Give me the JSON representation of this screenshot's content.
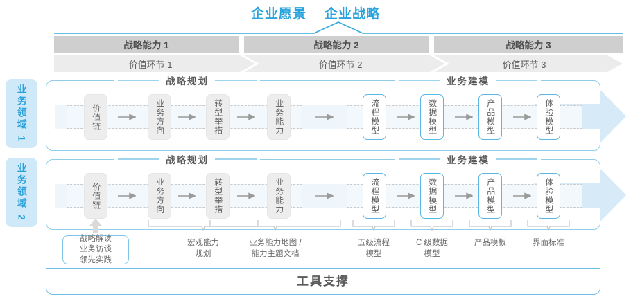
{
  "header": {
    "titles": [
      "企业愿景",
      "企业战略"
    ],
    "accent_color": "#29a3dc"
  },
  "capability_bars": [
    {
      "label": "战略能力 1"
    },
    {
      "label": "战略能力 2"
    },
    {
      "label": "战略能力 3"
    }
  ],
  "value_chain_bars": [
    {
      "label": "价值环节 1"
    },
    {
      "label": "价值环节 2"
    },
    {
      "label": "价值环节 3"
    }
  ],
  "domains": [
    {
      "label": "业务领域 1"
    },
    {
      "label": "业务领域 2"
    }
  ],
  "sections": {
    "planning": "战略规划",
    "modeling": "业务建模"
  },
  "nodes": {
    "planning": [
      {
        "label": "价值链",
        "style": "gray"
      },
      {
        "label": "业务方向",
        "style": "gray"
      },
      {
        "label": "转型举措",
        "style": "gray"
      },
      {
        "label": "业务能力",
        "style": "gray"
      }
    ],
    "modeling": [
      {
        "label": "流程模型",
        "style": "blue"
      },
      {
        "label": "数据模型",
        "style": "blue"
      },
      {
        "label": "产品模型",
        "style": "blue"
      },
      {
        "label": "体验模型",
        "style": "blue"
      }
    ]
  },
  "tools": {
    "boxed": {
      "lines": [
        "战略解读",
        "业务访谈",
        "领先实践"
      ]
    },
    "labels": [
      {
        "lines": [
          "宏观能力",
          "规划"
        ]
      },
      {
        "lines": [
          "业务能力地图 /",
          "能力主题文档"
        ]
      },
      {
        "lines": [
          "五级流程",
          "模型"
        ]
      },
      {
        "lines": [
          "C 级数据",
          "模型"
        ]
      },
      {
        "lines": [
          "产品模板"
        ]
      },
      {
        "lines": [
          "界面标准"
        ]
      }
    ]
  },
  "footer": {
    "title": "工具支撑"
  },
  "colors": {
    "accent_blue": "#29a3dc",
    "bar_dark": "#cfcfcf",
    "bar_light": "#ececec",
    "node_gray": "#ededed",
    "node_blue_border": "#5bb8e4",
    "tab_fill": "#cfe9f8"
  }
}
